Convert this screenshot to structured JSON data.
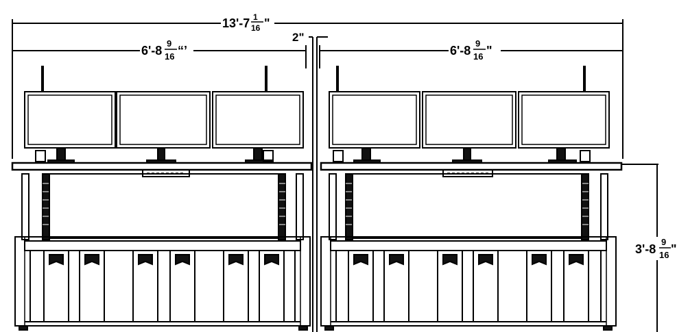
{
  "drawing": {
    "type": "elevation",
    "subject": "two dual-station sit-stand console desks with triple monitors",
    "colors": {
      "line": "#000000",
      "background": "#ffffff",
      "fill_dark": "#111111"
    }
  },
  "dimensions": {
    "overall_width": {
      "whole": "13'-7",
      "num": "1",
      "den": "16",
      "unit": "\""
    },
    "left_desk_width": {
      "whole": "6'-8",
      "num": "9",
      "den": "16",
      "unit": "“’"
    },
    "right_desk_width": {
      "whole": "6'-8",
      "num": "9",
      "den": "16",
      "unit": "\""
    },
    "gap": {
      "label": "2\""
    },
    "desk_height": {
      "whole": "3'-8",
      "num": "9",
      "den": "16",
      "unit": "\""
    }
  },
  "desks": [
    {
      "id": "left",
      "monitors": 3,
      "lockers": 6
    },
    {
      "id": "right",
      "monitors": 3,
      "lockers": 6
    }
  ]
}
